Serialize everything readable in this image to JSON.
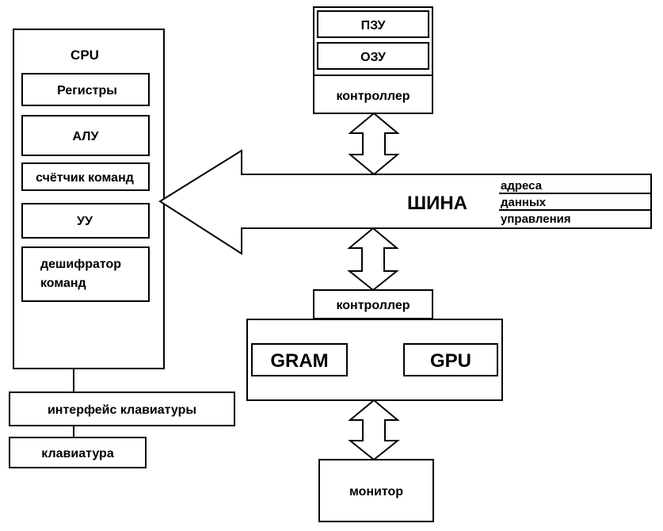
{
  "cpu": {
    "title": "CPU",
    "registers": "Регистры",
    "alu": "АЛУ",
    "program_counter": "счётчик команд",
    "control_unit": "УУ",
    "decoder_line1": "дешифратор",
    "decoder_line2": "команд"
  },
  "memory": {
    "rom": "ПЗУ",
    "ram": "ОЗУ",
    "controller": "контроллер"
  },
  "bus": {
    "label": "ШИНА",
    "lines": [
      "адреса",
      "данных",
      "управления"
    ]
  },
  "video": {
    "controller": "контроллер",
    "gram": "GRAM",
    "gpu": "GPU"
  },
  "keyboard": {
    "interface": "интерфейс клавиатуры",
    "device": "клавиатура"
  },
  "monitor": "монитор"
}
